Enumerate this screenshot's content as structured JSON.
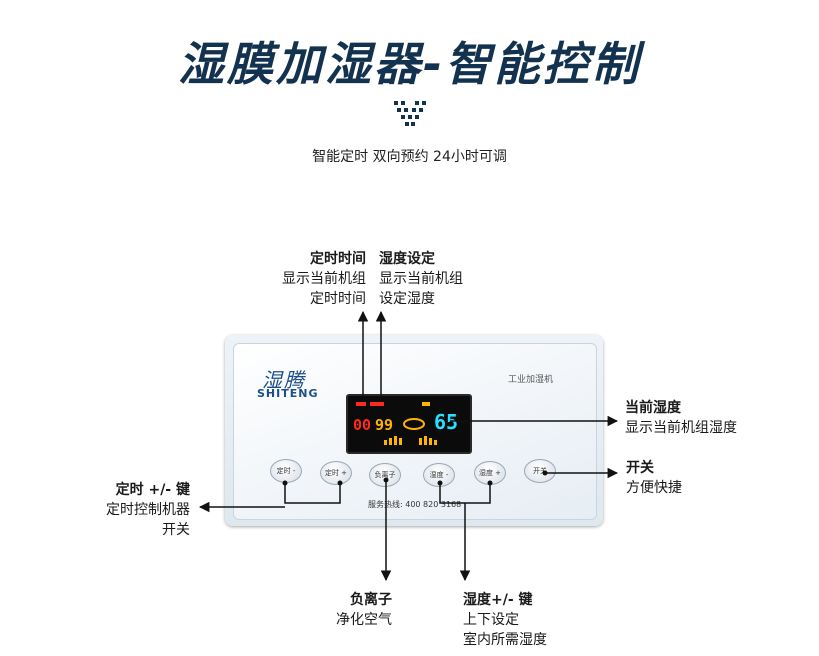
{
  "header": {
    "title": "湿膜加湿器-智能控制",
    "subtitle": "智能定时  双向预约  24小时可调"
  },
  "callouts": {
    "timer_time": {
      "title": "定时时间",
      "line1": "显示当前机组",
      "line2": "定时时间"
    },
    "humidity_set": {
      "title": "湿度设定",
      "line1": "显示当前机组",
      "line2": "设定湿度"
    },
    "current_humidity": {
      "title": "当前湿度",
      "line1": "显示当前机组湿度"
    },
    "power": {
      "title": "开关",
      "line1": "方便快捷"
    },
    "timer_keys": {
      "title": "定时 +/- 键",
      "line1": "定时控制机器",
      "line2": "开关"
    },
    "anion": {
      "title": "负离子",
      "line1": "净化空气"
    },
    "humidity_keys": {
      "title": "湿度+/- 键",
      "line1": "上下设定",
      "line2": "室内所需湿度"
    }
  },
  "panel": {
    "brand_cn": "湿腾",
    "brand_en": "SHITENG",
    "model": "工业加湿机",
    "service": "服务热线: 400 820 3168",
    "display": {
      "timer": "00",
      "humidity_set": "99",
      "current": "65"
    },
    "buttons": [
      "定时 -",
      "定时 +",
      "负离子",
      "湿度 -",
      "湿度 +",
      "开关"
    ]
  },
  "colors": {
    "title": "#12324f",
    "brand": "#1b4e8a",
    "led_red": "#ff2a1f",
    "led_yellow": "#ffb400",
    "led_cyan": "#27e0ff"
  }
}
